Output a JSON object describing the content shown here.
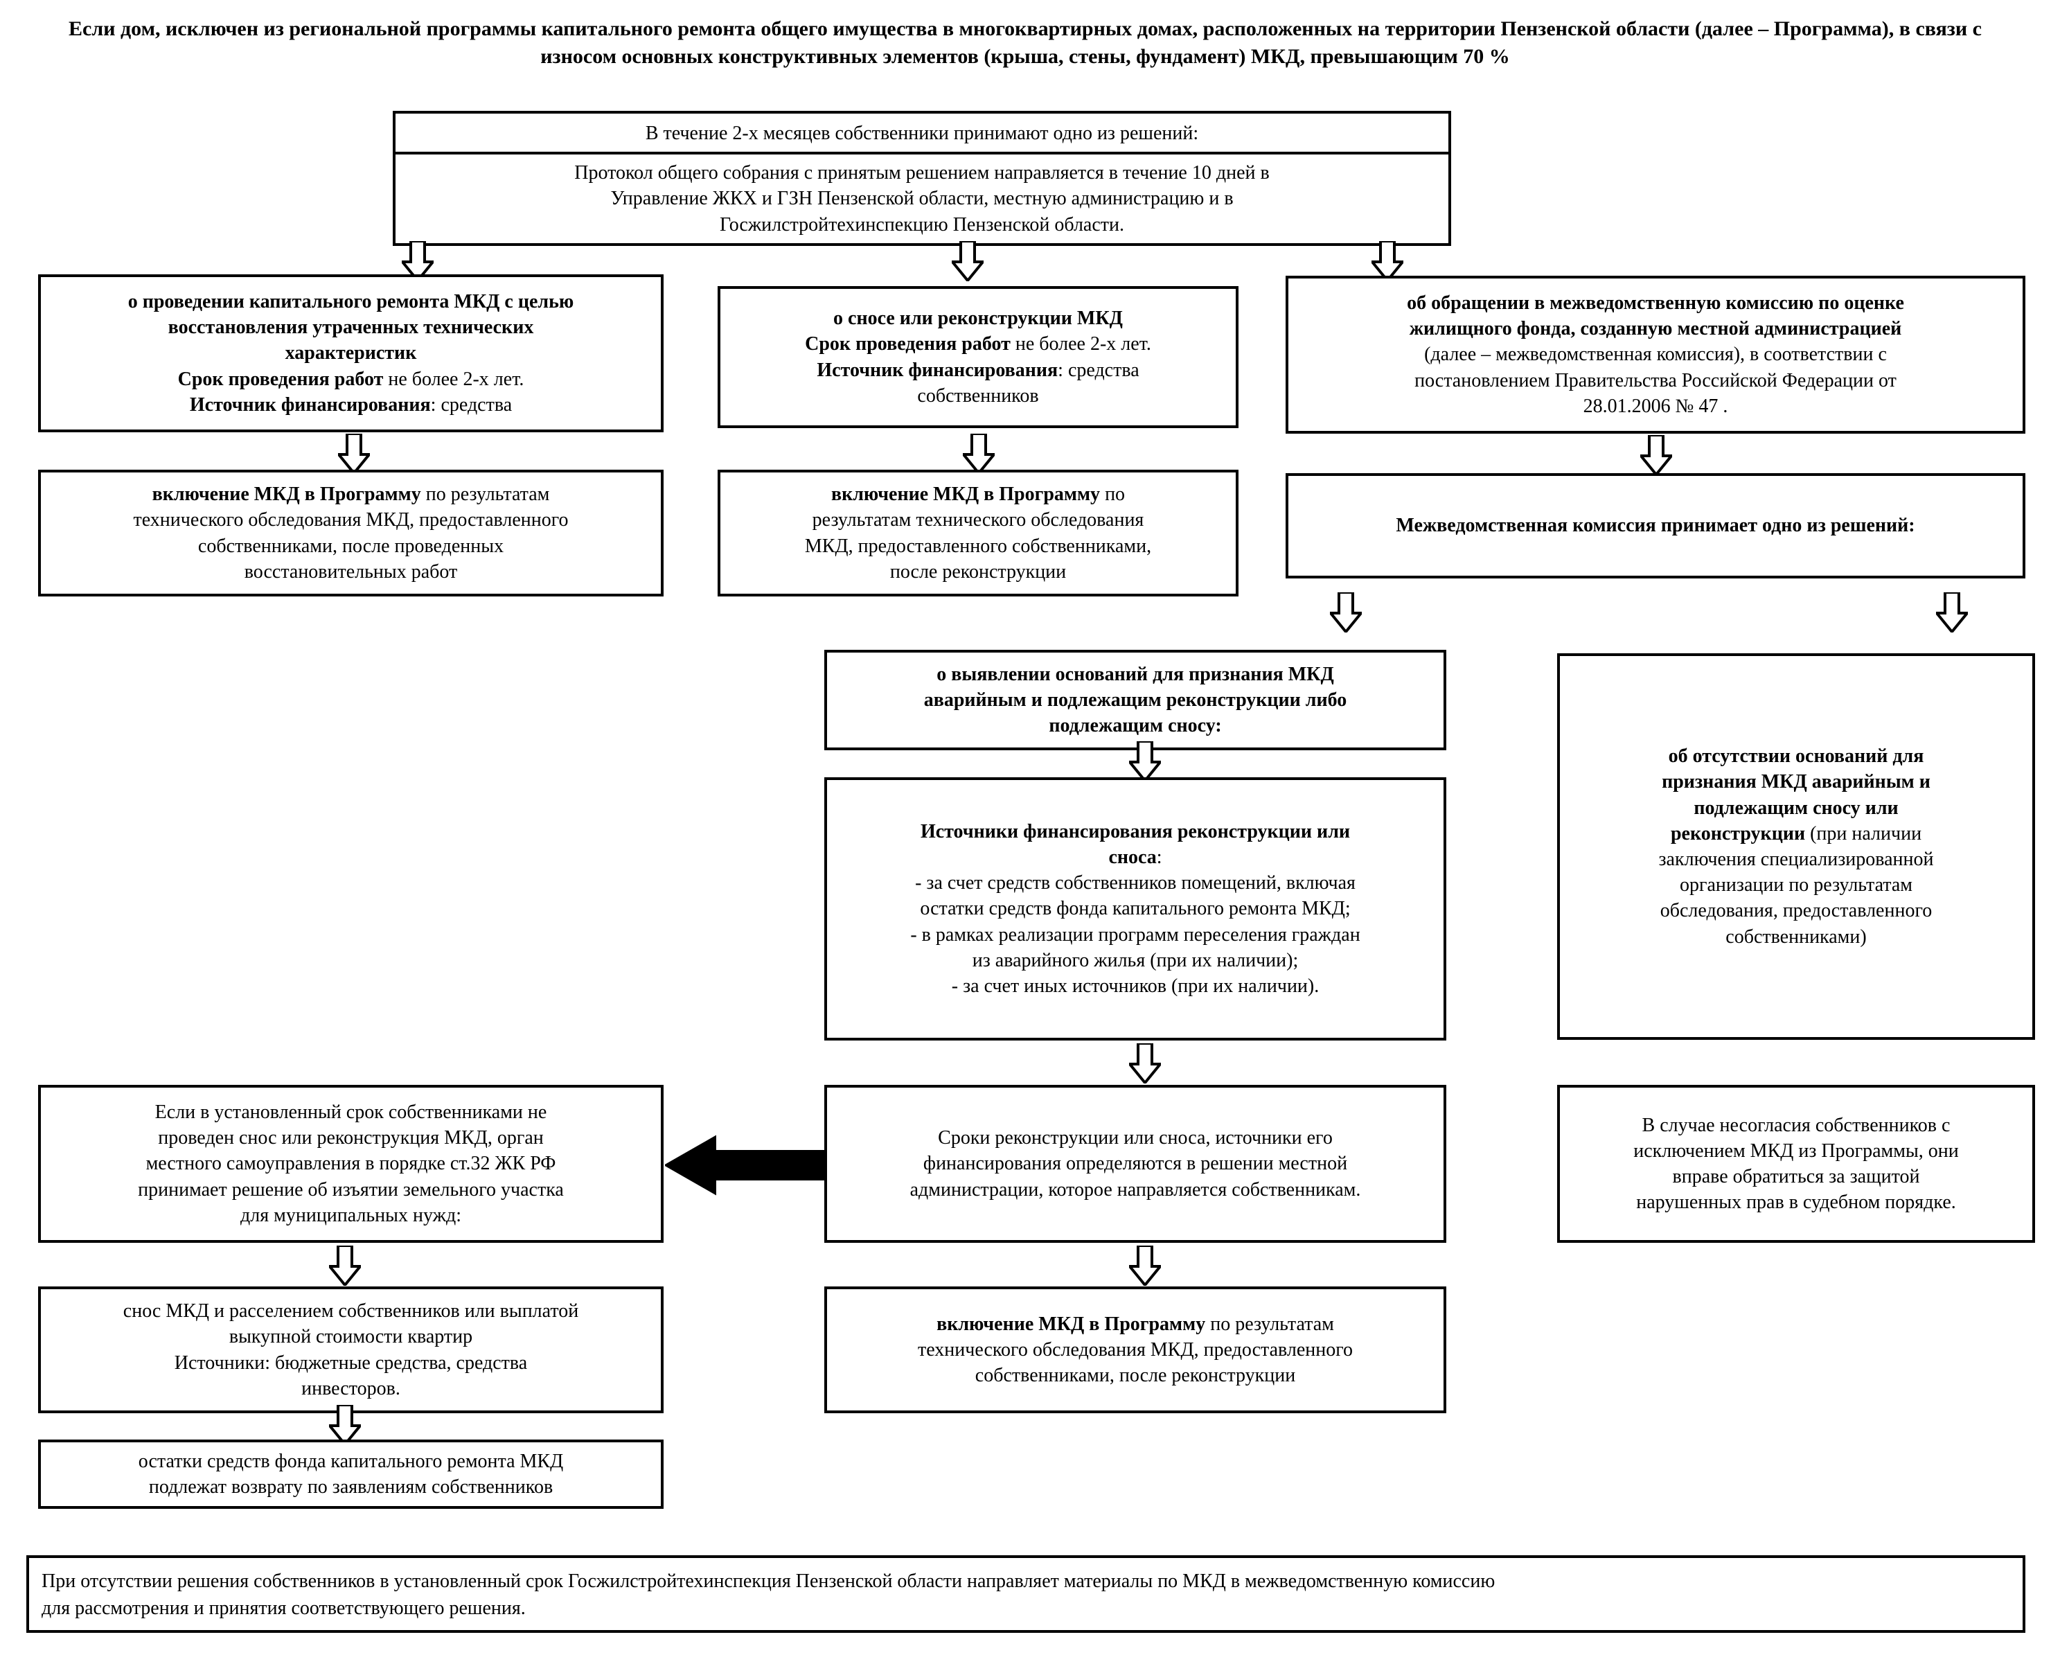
{
  "title": "Если дом, исключен из региональной программы капитального ремонта общего имущества в многоквартирных домах, расположенных на территории Пензенской области (далее – Программа), в связи с износом основных конструктивных элементов (крыша, стены, фундамент) МКД, превышающим 70 %",
  "nodes": {
    "owners_decision": {
      "header": "В течение 2-х месяцев собственники принимают одно из решений:",
      "body_l1": "Протокол общего собрания с принятым решением направляется в течение 10 дней в",
      "body_l2": "Управление ЖКХ и ГЗН Пензенской области, местную администрацию и в",
      "body_l3": "Госжилстройтехинспекцию Пензенской области."
    },
    "capital_repair": {
      "l1": "о проведении капитального ремонта МКД с целью",
      "l2": "восстановления утраченных технических",
      "l3": "характеристик",
      "l4_b": "Срок проведения работ",
      "l4_n": " не более 2-х лет.",
      "l5_b": "Источник финансирования",
      "l5_n": ": средства"
    },
    "demolition_reconstruction": {
      "l1": "о сносе или реконструкции МКД",
      "l2_b": "Срок проведения работ",
      "l2_n": " не более 2-х лет.",
      "l3_b": "Источник финансирования",
      "l3_n": ": средства",
      "l4": "собственников"
    },
    "interdept_appeal": {
      "l1": "об обращении в межведомственную комиссию по оценке",
      "l2": "жилищного фонда, созданную местной администрацией",
      "l3": "(далее – межведомственная комиссия), в соответствии с",
      "l4": "постановлением Правительства Российской Федерации от",
      "l5": "28.01.2006 № 47 ."
    },
    "include_program_left": {
      "l1_b": "включение МКД в Программу",
      "l1_n": " по результатам",
      "l2": "технического обследования МКД, предоставленного",
      "l3": "собственниками, после проведенных",
      "l4": "восстановительных работ"
    },
    "include_program_mid": {
      "l1_b": "включение МКД в Программу",
      "l1_n": " по",
      "l2": "результатам технического обследования",
      "l3": "МКД, предоставленного собственниками,",
      "l4": "после реконструкции"
    },
    "commission_decides": {
      "text": "Межведомственная комиссия принимает одно из решений:"
    },
    "grounds_found": {
      "l1": "о выявлении оснований для признания МКД",
      "l2": "аварийным и подлежащим реконструкции либо",
      "l3": "подлежащим сносу:"
    },
    "financing_sources": {
      "h1": "Источники финансирования реконструкции или",
      "h2_b": "сноса",
      "h2_n": ":",
      "b1": "- за счет средств собственников помещений, включая",
      "b2": "остатки средств фонда капитального ремонта МКД;",
      "b3": "- в рамках реализации программ переселения граждан",
      "b4": "из аварийного жилья (при их наличии);",
      "b5": "- за счет иных источников (при их наличии)."
    },
    "no_grounds": {
      "l1_b": "об отсутствии оснований для",
      "l2_b": "признания МКД аварийным и",
      "l3_b": "подлежащим сносу или",
      "l4_b": "реконструкции",
      "l4_n": " (при наличии",
      "l5": "заключения специализированной",
      "l6": "организации по результатам",
      "l7": "обследования, предоставленного",
      "l8": "собственниками)"
    },
    "land_seizure": {
      "l1": "Если в установленный срок собственниками не",
      "l2": "проведен снос или реконструкция МКД, орган",
      "l3": "местного самоуправления в порядке ст.32 ЖК РФ",
      "l4": "принимает решение об изъятии земельного участка",
      "l5": "для муниципальных нужд:"
    },
    "terms_determined": {
      "l1": "Сроки реконструкции или сноса, источники его",
      "l2": "финансирования определяются в решении местной",
      "l3": "администрации, которое направляется собственникам."
    },
    "court_appeal": {
      "l1": "В случае несогласия собственников с",
      "l2": "исключением МКД из Программы, они",
      "l3": "вправе обратиться за защитой",
      "l4": "нарушенных прав в судебном порядке."
    },
    "demolition_resettlement": {
      "l1": "снос МКД и расселением собственников или выплатой",
      "l2": "выкупной стоимости квартир",
      "l3": "Источники: бюджетные средства, средства",
      "l4": "инвесторов."
    },
    "include_program_bottom": {
      "l1_b": "включение МКД в Программу",
      "l1_n": " по результатам",
      "l2": "технического обследования МКД, предоставленного",
      "l3": "собственниками, после реконструкции"
    },
    "fund_remains_return": {
      "l1": "остатки средств фонда капитального ремонта МКД",
      "l2": "подлежат возврату по заявлениям собственников"
    }
  },
  "footer": {
    "l1": "При отсутствии решения собственников в установленный срок Госжилстройтехинспекция Пензенской области направляет материалы по МКД в межведомственную комиссию",
    "l2": "для рассмотрения и принятия соответствующего решения."
  },
  "colors": {
    "stroke": "#000000",
    "background": "#ffffff"
  }
}
